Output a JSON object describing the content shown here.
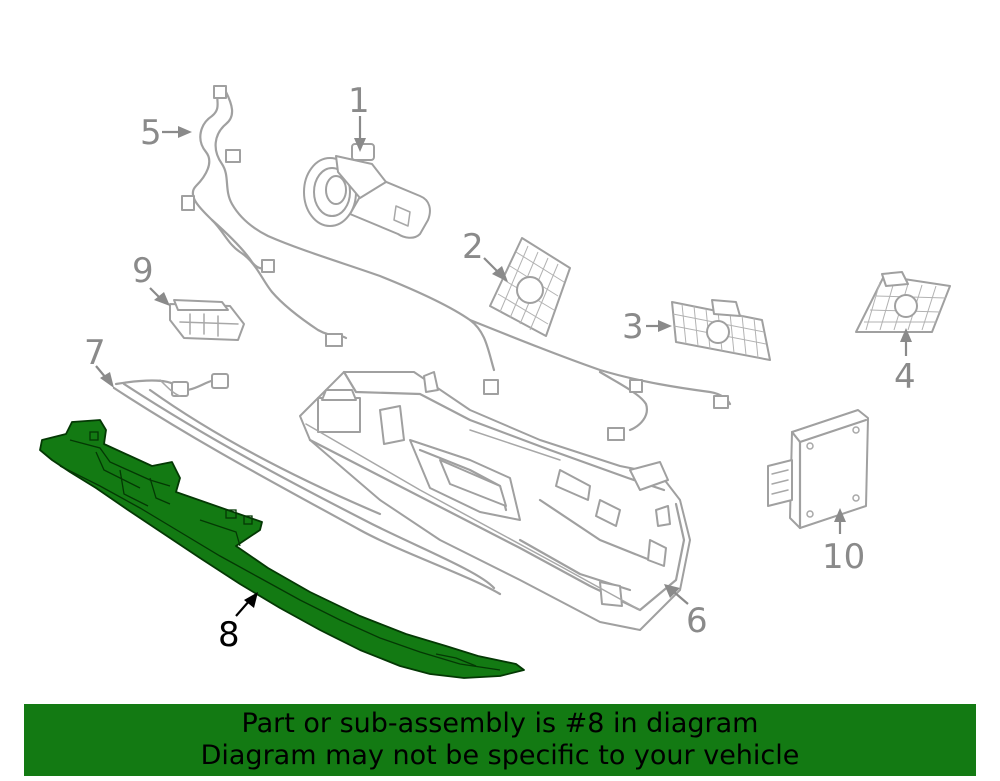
{
  "diagram": {
    "callouts": [
      {
        "id": "1",
        "label": "1"
      },
      {
        "id": "2",
        "label": "2"
      },
      {
        "id": "3",
        "label": "3"
      },
      {
        "id": "4",
        "label": "4"
      },
      {
        "id": "5",
        "label": "5"
      },
      {
        "id": "6",
        "label": "6"
      },
      {
        "id": "7",
        "label": "7"
      },
      {
        "id": "8",
        "label": "8"
      },
      {
        "id": "9",
        "label": "9"
      },
      {
        "id": "10",
        "label": "10"
      }
    ],
    "highlighted_part": "8",
    "colors": {
      "highlight_fill": "#137a13",
      "highlight_stroke": "#043804",
      "outline": "#a0a0a0",
      "callout_text": "#8a8a8a",
      "banner_background": "#137a13"
    }
  },
  "banner": {
    "line1": "Part or sub-assembly is #8 in diagram",
    "line2": "Diagram may not be specific to your vehicle"
  }
}
